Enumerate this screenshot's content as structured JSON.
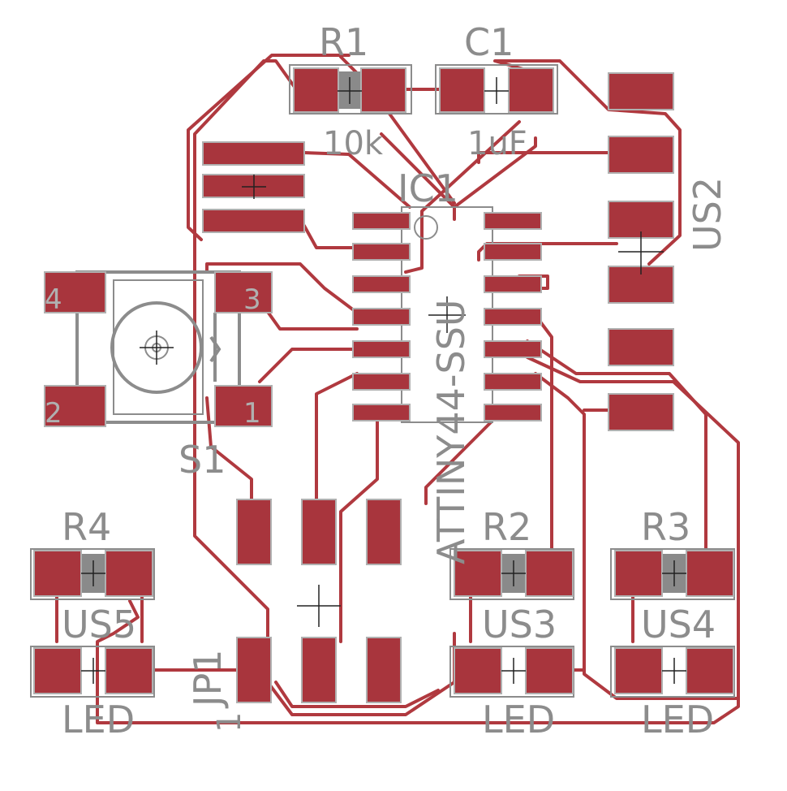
{
  "colors": {
    "copper": "#b0393f",
    "silk": "#8c8c8c",
    "background": "#ffffff"
  },
  "components": {
    "r1": {
      "name": "R1",
      "value": "10k"
    },
    "c1": {
      "name": "C1",
      "value": "1uF"
    },
    "ic1": {
      "name": "IC1",
      "part": "ATTINY44-SSU"
    },
    "us2": {
      "name": "US2"
    },
    "s1": {
      "name": "S1",
      "pins": [
        "4",
        "3",
        "2",
        "1"
      ]
    },
    "r4": {
      "name": "R4"
    },
    "r2": {
      "name": "R2"
    },
    "r3": {
      "name": "R3"
    },
    "us5": {
      "name": "US5",
      "value": "LED"
    },
    "us3": {
      "name": "US3",
      "value": "LED"
    },
    "us4": {
      "name": "US4",
      "value": "LED"
    },
    "jp1": {
      "name": "JP1",
      "pin1": "1"
    }
  }
}
